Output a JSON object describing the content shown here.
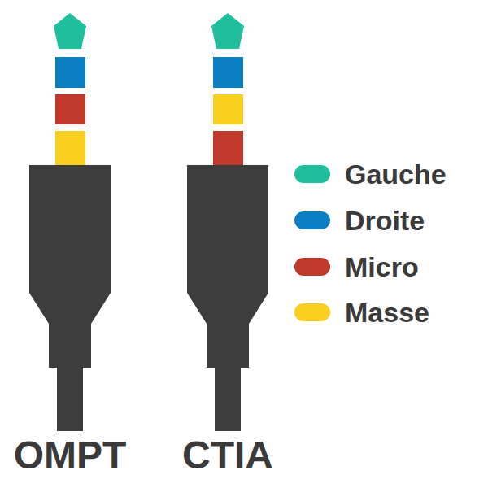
{
  "diagram": {
    "labels": [
      "OMPT",
      "CTIA"
    ],
    "legend": [
      {
        "text": "Gauche",
        "color": "#1fbf9b"
      },
      {
        "text": "Droite",
        "color": "#0b7fc1"
      },
      {
        "text": "Micro",
        "color": "#c0392b"
      },
      {
        "text": "Masse",
        "color": "#f8cf1f"
      }
    ]
  }
}
